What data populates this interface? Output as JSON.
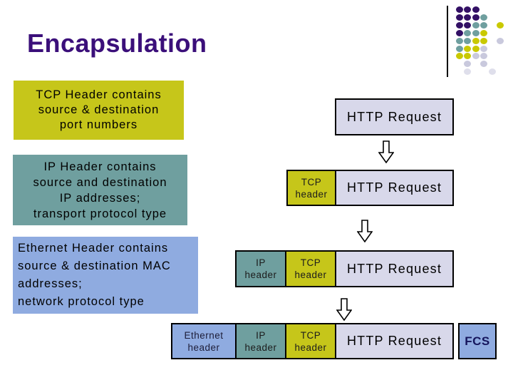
{
  "title": "Encapsulation",
  "notes": [
    {
      "id": "tcp-note",
      "text": "TCP Header contains\nsource & destination\nport numbers"
    },
    {
      "id": "ip-note",
      "text": "IP Header contains\nsource and destination\nIP addresses;\ntransport protocol type"
    },
    {
      "id": "eth-note",
      "text": "Ethernet Header contains\nsource & destination MAC\naddresses;\nnetwork protocol type"
    }
  ],
  "stack_rows": [
    {
      "cells": [
        {
          "type": "payload",
          "label": "HTTP Request"
        }
      ]
    },
    {
      "cells": [
        {
          "type": "tcp",
          "label": "TCP\nheader"
        },
        {
          "type": "payload",
          "label": "HTTP Request"
        }
      ]
    },
    {
      "cells": [
        {
          "type": "ip",
          "label": "IP\nheader"
        },
        {
          "type": "tcp",
          "label": "TCP\nheader"
        },
        {
          "type": "payload",
          "label": "HTTP Request"
        }
      ]
    },
    {
      "cells": [
        {
          "type": "eth",
          "label": "Ethernet\nheader"
        },
        {
          "type": "ip",
          "label": "IP\nheader"
        },
        {
          "type": "tcp",
          "label": "TCP\nheader"
        },
        {
          "type": "payload",
          "label": "HTTP Request"
        },
        {
          "type": "fcs",
          "label": "FCS"
        }
      ]
    }
  ],
  "colors": {
    "title_text": "#3b0f7a",
    "tcp_yellow": "#c6c61a",
    "ip_teal": "#6f9f9f",
    "eth_periwinkle": "#8fabe0",
    "payload_lavender": "#d8d8ea",
    "fcs_text": "#15155c",
    "border_black": "#000000"
  },
  "decoration": {
    "dot_colors": {
      "purple": "#331065",
      "teal": "#6f9f9f",
      "yellow": "#c9c900",
      "lavender": "#c9c9dd",
      "pale": "#dfdfeb"
    },
    "dot_rows": [
      {
        "row": 0,
        "dots": [
          [
            0,
            "purple"
          ],
          [
            1,
            "purple"
          ],
          [
            2,
            "purple"
          ]
        ]
      },
      {
        "row": 1,
        "dots": [
          [
            0,
            "purple"
          ],
          [
            1,
            "purple"
          ],
          [
            2,
            "purple"
          ],
          [
            3,
            "teal"
          ]
        ]
      },
      {
        "row": 2,
        "dots": [
          [
            0,
            "purple"
          ],
          [
            1,
            "purple"
          ],
          [
            2,
            "teal"
          ],
          [
            3,
            "teal"
          ],
          [
            5,
            "yellow"
          ]
        ]
      },
      {
        "row": 3,
        "dots": [
          [
            0,
            "purple"
          ],
          [
            1,
            "teal"
          ],
          [
            2,
            "teal"
          ],
          [
            3,
            "yellow"
          ]
        ]
      },
      {
        "row": 4,
        "dots": [
          [
            0,
            "teal"
          ],
          [
            1,
            "teal"
          ],
          [
            2,
            "yellow"
          ],
          [
            3,
            "yellow"
          ],
          [
            5,
            "lavender"
          ]
        ]
      },
      {
        "row": 5,
        "dots": [
          [
            0,
            "teal"
          ],
          [
            1,
            "yellow"
          ],
          [
            2,
            "yellow"
          ],
          [
            3,
            "lavender"
          ]
        ]
      },
      {
        "row": 6,
        "dots": [
          [
            0,
            "yellow"
          ],
          [
            1,
            "yellow"
          ],
          [
            2,
            "lavender"
          ],
          [
            3,
            "lavender"
          ]
        ]
      },
      {
        "row": 7,
        "dots": [
          [
            1,
            "lavender"
          ],
          [
            3,
            "lavender"
          ]
        ]
      },
      {
        "row": 8,
        "dots": [
          [
            1,
            "pale"
          ],
          [
            4,
            "pale"
          ]
        ]
      }
    ]
  }
}
